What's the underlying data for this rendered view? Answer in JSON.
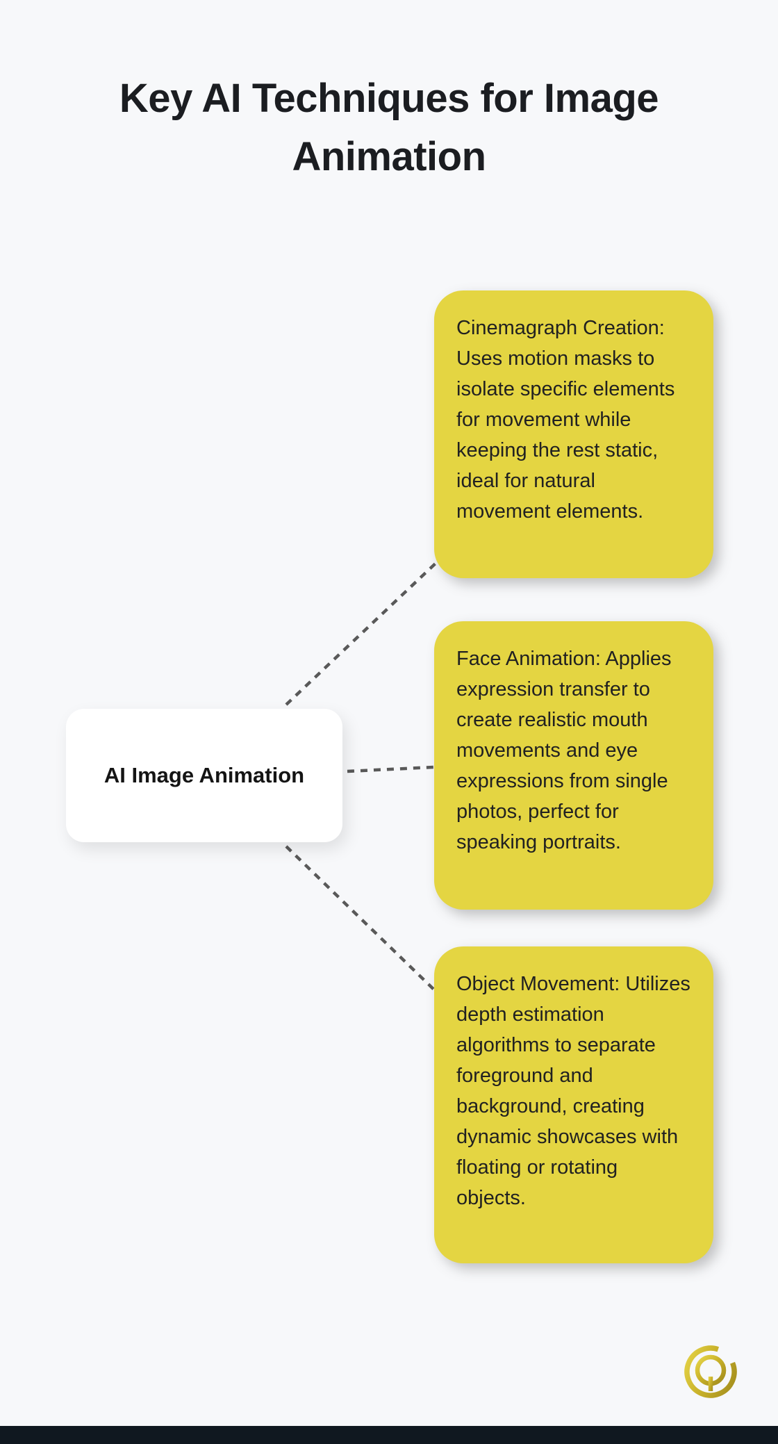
{
  "title": "Key AI Techniques for Image Animation",
  "center_node": {
    "label": "AI Image Animation"
  },
  "branches": [
    {
      "id": "cinemagraph-creation",
      "text": "Cinemagraph Creation: Uses motion masks to isolate specific elements for movement while keeping the rest static, ideal for natural movement elements."
    },
    {
      "id": "face-animation",
      "text": "Face Animation: Applies expression transfer to create realistic mouth movements and eye expressions from single photos, perfect for speaking portraits."
    },
    {
      "id": "object-movement",
      "text": "Object Movement: Utilizes depth estimation algorithms to separate foreground and background, creating dynamic showcases with floating or rotating objects."
    }
  ],
  "icons": {
    "brand_logo": "q-mark-logo"
  },
  "colors": {
    "background": "#f7f8fa",
    "card_fill": "#e4d542",
    "card_text": "#212121",
    "connector": "#595959",
    "center_fill": "#ffffff",
    "logo_gold_light": "#e7d64a",
    "logo_gold_dark": "#a08a1c",
    "footer_bar": "#101820"
  }
}
